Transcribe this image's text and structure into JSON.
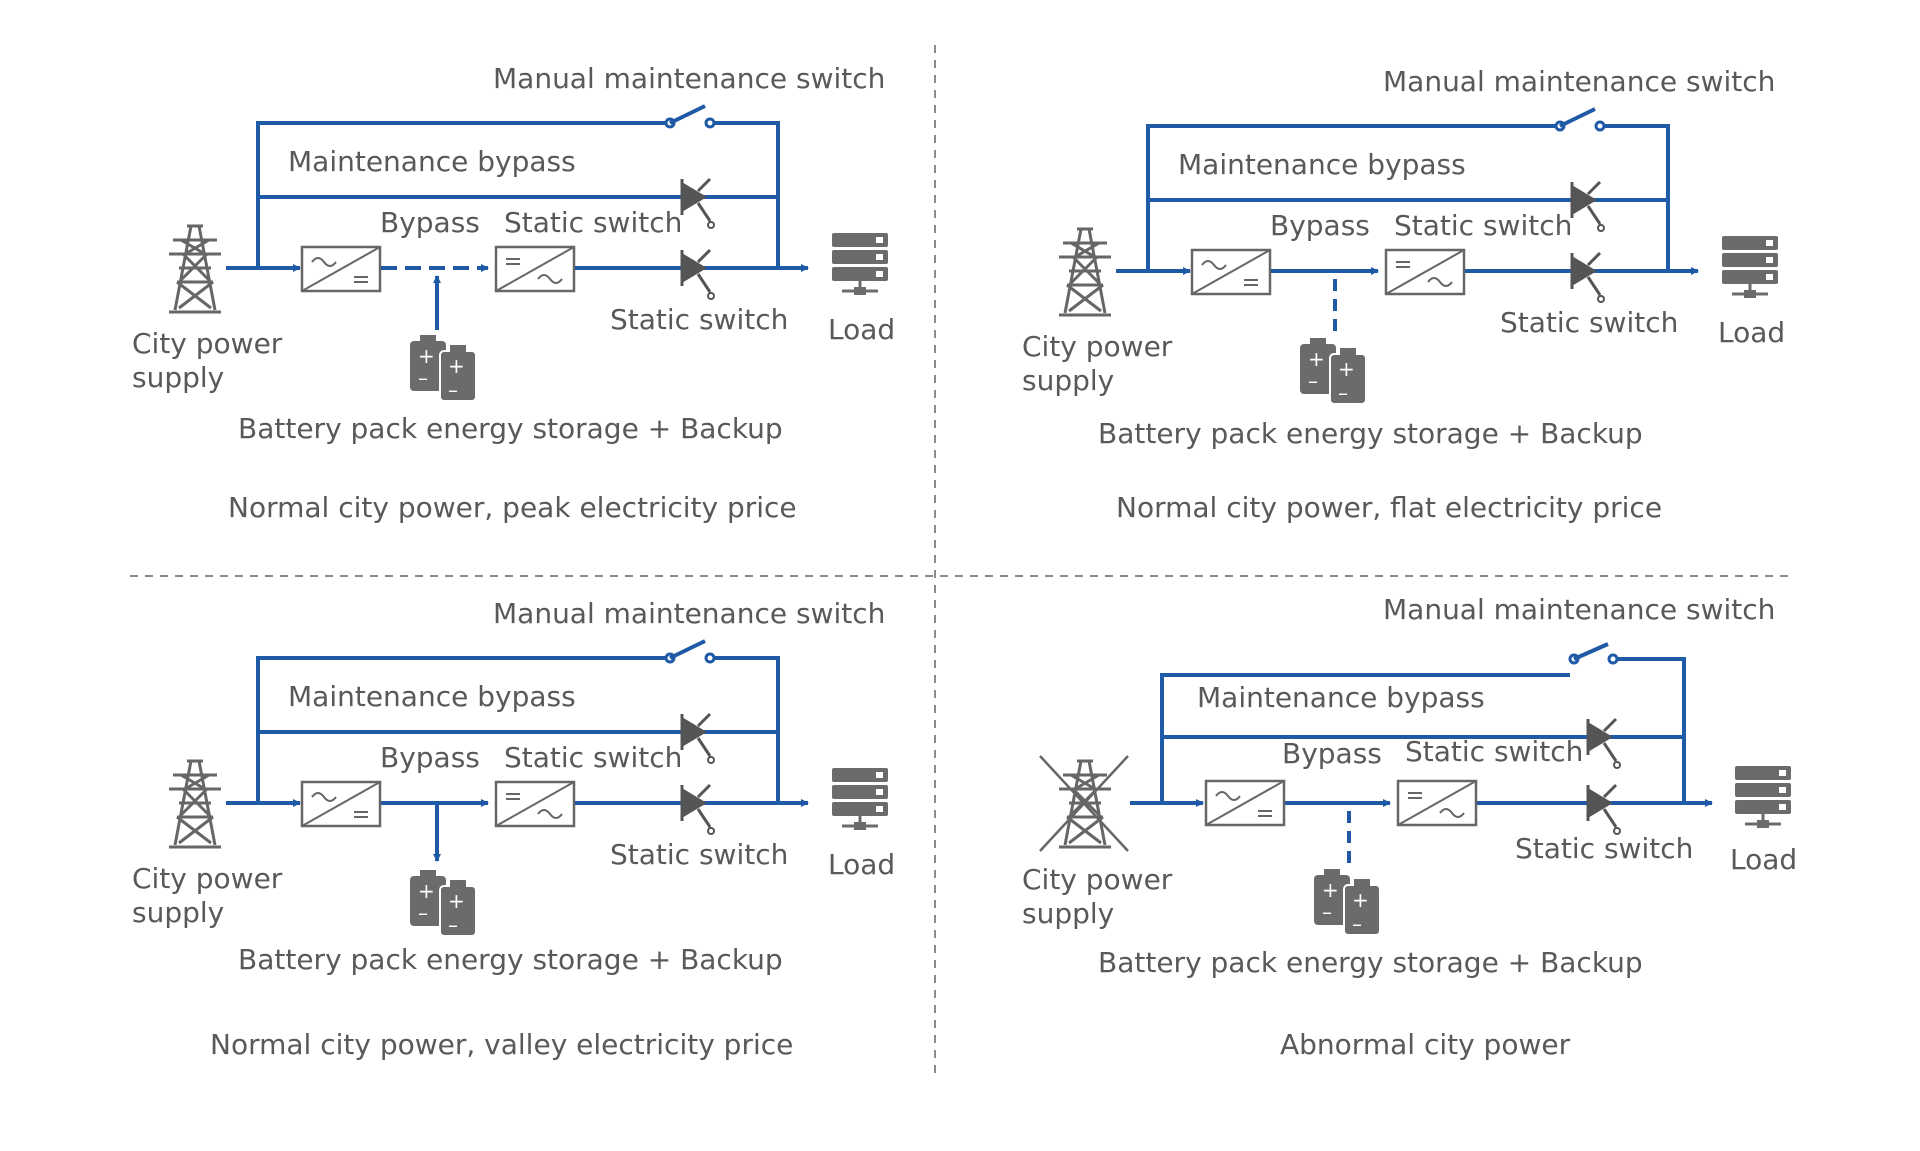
{
  "colors": {
    "wire": "#1f5aa6",
    "text": "#595959",
    "icon": "#6b6b6b"
  },
  "icons": [
    "pylon-icon",
    "battery-icon",
    "server-rack-icon",
    "converter-icon",
    "thyristor-icon",
    "switch-icon"
  ],
  "panels": [
    {
      "manual_switch": "Manual maintenance switch",
      "maintenance_bypass": "Maintenance bypass",
      "bypass": "Bypass",
      "static_switch_top": "Static switch",
      "static_switch_bottom": "Static switch",
      "load": "Load",
      "source_line1": "City power",
      "source_line2": "supply",
      "battery": "Battery pack energy storage + Backup",
      "caption": "Normal city power, peak electricity price",
      "battery_flow": "discharging"
    },
    {
      "manual_switch": "Manual maintenance switch",
      "maintenance_bypass": "Maintenance bypass",
      "bypass": "Bypass",
      "static_switch_top": "Static switch",
      "static_switch_bottom": "Static switch",
      "load": "Load",
      "source_line1": "City power",
      "source_line2": "supply",
      "battery": "Battery pack energy storage + Backup",
      "caption": "Normal city power, flat electricity price",
      "battery_flow": "idle"
    },
    {
      "manual_switch": "Manual maintenance switch",
      "maintenance_bypass": "Maintenance bypass",
      "bypass": "Bypass",
      "static_switch_top": "Static switch",
      "static_switch_bottom": "Static switch",
      "load": "Load",
      "source_line1": "City power",
      "source_line2": "supply",
      "battery": "Battery pack energy storage + Backup",
      "caption": "Normal city power, valley electricity price",
      "battery_flow": "charging"
    },
    {
      "manual_switch": "Manual maintenance switch",
      "maintenance_bypass": "Maintenance bypass",
      "bypass": "Bypass",
      "static_switch_top": "Static switch",
      "static_switch_bottom": "Static switch",
      "load": "Load",
      "source_line1": "City power",
      "source_line2": "supply",
      "battery": "Battery pack energy storage + Backup",
      "caption": "Abnormal city power",
      "battery_flow": "idle",
      "source_failed": true
    }
  ]
}
